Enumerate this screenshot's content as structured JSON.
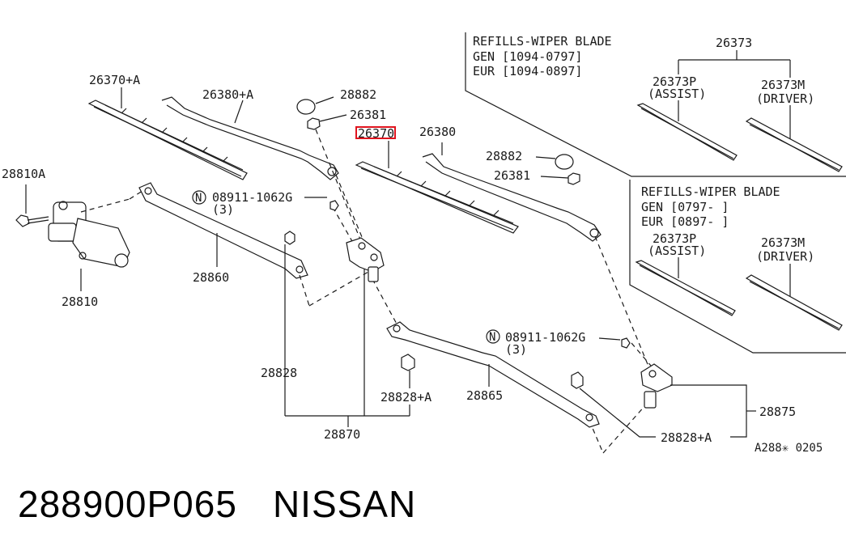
{
  "diagram": {
    "labels": {
      "blade_left": "26370+A",
      "arm_left": "26380+A",
      "cap_left": "28882",
      "nut_left": "26381",
      "blade_right": "26370",
      "arm_right": "26380",
      "cap_right": "28882",
      "nut_right": "26381",
      "bolt": "28810A",
      "motor": "28810",
      "nut_spec_left": "08911-1062G",
      "qty_left": "(3)",
      "nut_spec_right": "08911-1062G",
      "qty_right": "(3)",
      "link_left": "28860",
      "pivot_left": "28828",
      "pivot_left_a": "28828+A",
      "linkage_assy": "28870",
      "link_right": "28865",
      "pivot_right_a": "28828+A",
      "pivot_right_assy": "28875",
      "n_symbol": "N",
      "ref_code": "A288✳ 0205"
    },
    "refill_box_top": {
      "title": "REFILLS-WIPER BLADE",
      "gen": "GEN [1094-0797]",
      "eur": "EUR [1094-0897]",
      "parent": "26373",
      "assist_part": "26373P",
      "assist_label": "(ASSIST)",
      "driver_part": "26373M",
      "driver_label": "(DRIVER)"
    },
    "refill_box_bottom": {
      "title": "REFILLS-WIPER BLADE",
      "gen": "GEN [0797-      ]",
      "eur": "EUR [0897-      ]",
      "assist_part": "26373P",
      "assist_label": "(ASSIST)",
      "driver_part": "26373M",
      "driver_label": "(DRIVER)"
    },
    "highlight_color": "#e0141e"
  },
  "footer": {
    "part_number": "288900P065",
    "brand": "NISSAN"
  }
}
